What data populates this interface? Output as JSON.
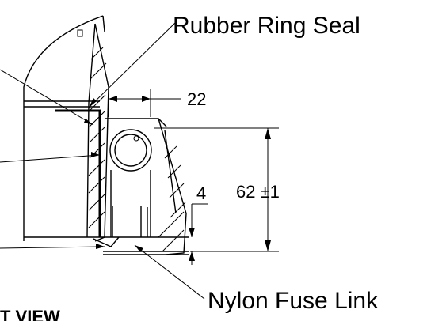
{
  "labels": {
    "rubber_ring_seal": "Rubber Ring Seal",
    "nylon_fuse_link": "Nylon Fuse Link",
    "view_title": "T VIEW"
  },
  "dimensions": {
    "width_top": "22",
    "height_total": "62 ±1",
    "gap_bottom": "4"
  }
}
